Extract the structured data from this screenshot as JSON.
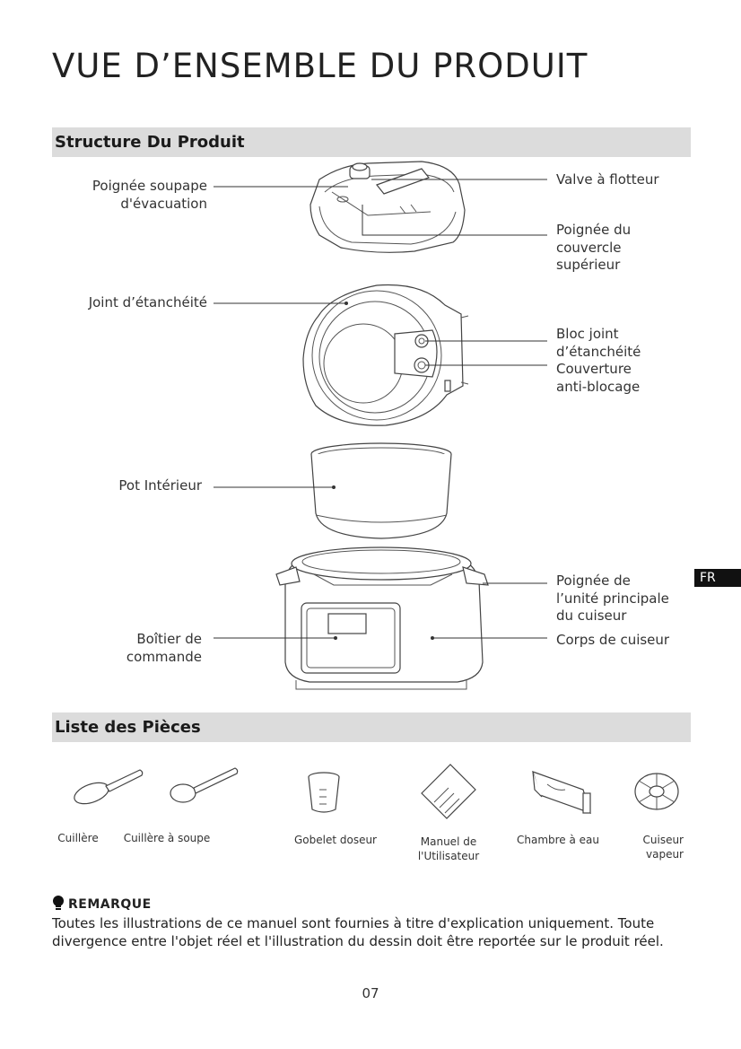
{
  "page": {
    "title": "VUE D’ENSEMBLE DU PRODUIT",
    "lang_tab": "FR",
    "page_number": "07"
  },
  "structure": {
    "heading": "Structure Du Produit",
    "labels": {
      "exhaust_handle": [
        "Poignée soupape",
        "d'évacuation"
      ],
      "float_valve": [
        "Valve à flotteur"
      ],
      "lid_handle": [
        "Poignée du",
        "couvercle",
        "supérieur"
      ],
      "sealing_ring": [
        "Joint d’étanchéité"
      ],
      "seal_block": [
        "Bloc joint",
        "d’étanchéité",
        "Couverture",
        "anti-blocage"
      ],
      "inner_pot": [
        "Pot Intérieur"
      ],
      "main_handle": [
        "Poignée de",
        "l’unité principale",
        "du cuiseur"
      ],
      "control_box": [
        "Boîtier de",
        "commande"
      ],
      "cooker_body": [
        "Corps de cuiseur"
      ]
    }
  },
  "parts": {
    "heading": "Liste des Pièces",
    "items": [
      {
        "lines": [
          "Cuillère"
        ],
        "icon": "rice-spoon-icon"
      },
      {
        "lines": [
          "Cuillère à soupe"
        ],
        "icon": "soup-ladle-icon"
      },
      {
        "lines": [
          "Gobelet doseur"
        ],
        "icon": "measuring-cup-icon"
      },
      {
        "lines": [
          "Manuel de",
          "l'Utilisateur"
        ],
        "icon": "manual-booklet-icon"
      },
      {
        "lines": [
          "Chambre à eau"
        ],
        "icon": "water-chamber-icon"
      },
      {
        "lines": [
          "Cuiseur",
          "vapeur"
        ],
        "icon": "steamer-rack-icon"
      }
    ]
  },
  "note": {
    "heading": "REMARQUE",
    "icon": "lightbulb-icon",
    "text": "Toutes les illustrations de ce manuel sont fournies à titre d'explication uniquement. Toute divergence entre l'objet réel et l'illustration du dessin doit être reportée sur le produit réel."
  }
}
